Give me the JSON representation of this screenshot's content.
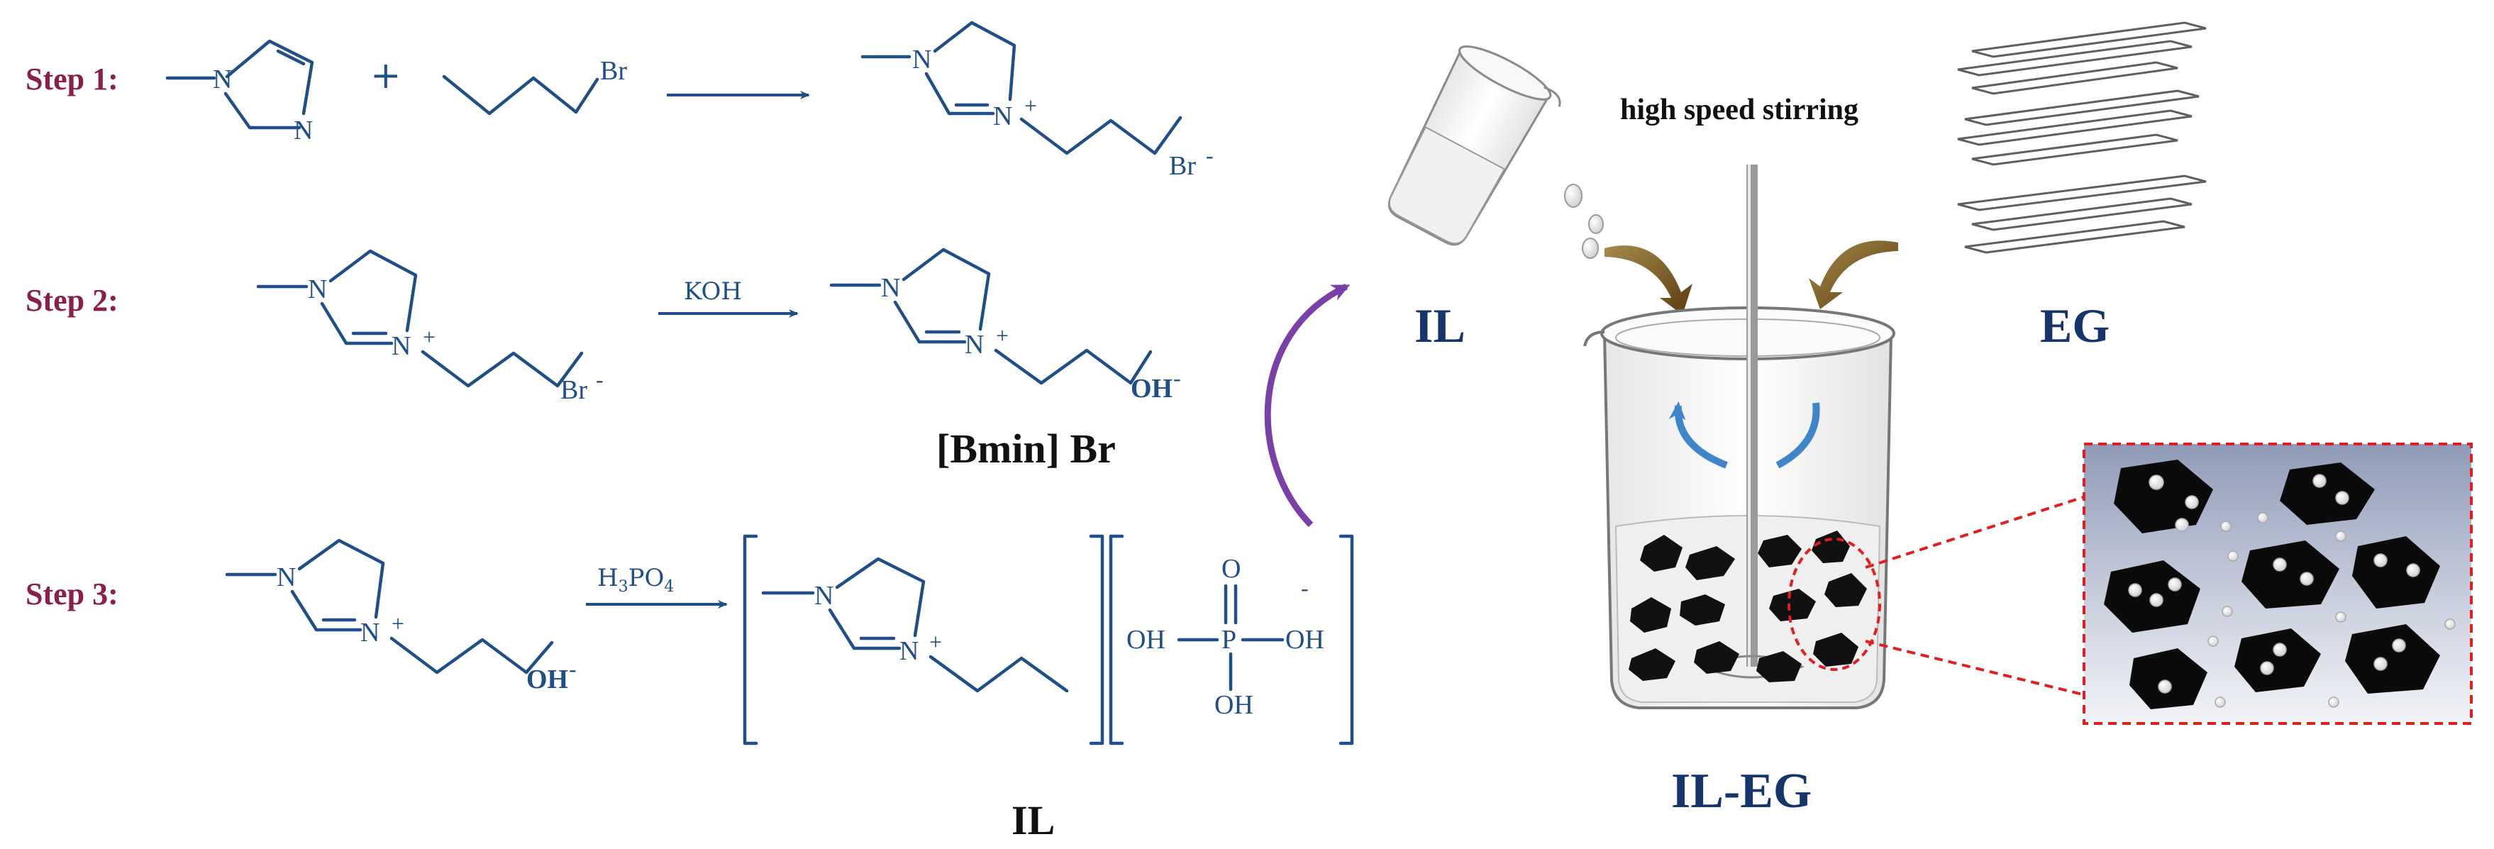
{
  "steps": {
    "step1_label": "Step 1:",
    "step2_label": "Step 2:",
    "step3_label": "Step 3:"
  },
  "atoms": {
    "nitrogen": "N",
    "bromine": "Br",
    "phosphorus": "P",
    "oxygen": "O",
    "hydroxyl": "OH",
    "bromide_ion": "Br",
    "hydroxide_ion": "OH",
    "plus": "+",
    "minus": "-",
    "superscript_minus": "-"
  },
  "reagents": {
    "plus_sign": "+",
    "koh": "KOH",
    "h3po4_h": "H",
    "h3po4_3": "3",
    "h3po4_po": "PO",
    "h3po4_4": "4"
  },
  "labels": {
    "bmin_br": "[Bmin] Br",
    "il_bottom": "IL",
    "il_top": "IL",
    "eg": "EG",
    "il_eg": "IL-EG",
    "stirring": "high speed stirring"
  },
  "colors": {
    "structure": "#1f4f86",
    "step_label": "#8a1f4a",
    "curved_arrow": "#7b3fa8",
    "pour_arrow": "#6b4c1a",
    "rotate_arrow": "#3e86c9",
    "callout_border": "#e02020",
    "inset_bg_top": "#8f9bb7",
    "inset_bg_bottom": "#f2f3f8"
  }
}
